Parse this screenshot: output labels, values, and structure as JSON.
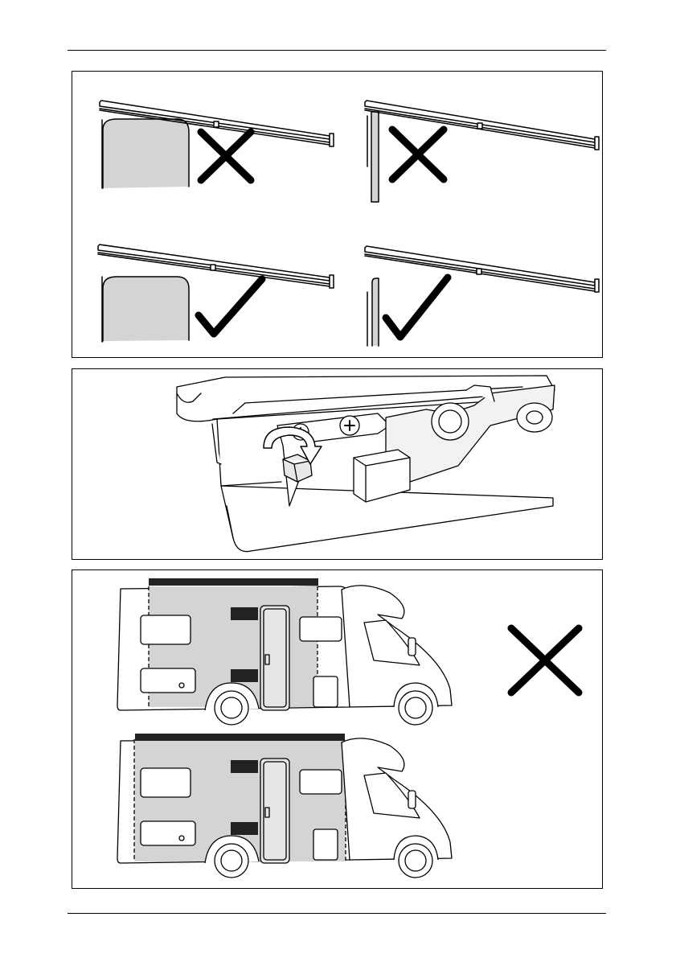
{
  "page": {
    "figures": [
      {
        "id": "awning-mounting-position",
        "cells": [
          {
            "body_type": "window",
            "verdict": "incorrect",
            "mark": "cross-icon"
          },
          {
            "body_type": "wall-edge",
            "verdict": "incorrect",
            "mark": "cross-icon"
          },
          {
            "body_type": "window",
            "verdict": "correct",
            "mark": "check-icon"
          },
          {
            "body_type": "wall-edge",
            "verdict": "correct",
            "mark": "check-icon"
          }
        ]
      },
      {
        "id": "bracket-bolt-tightening",
        "icons": [
          "rotation-arrow-icon",
          "hex-bolt-icon",
          "phillips-screw-icon"
        ]
      },
      {
        "id": "awning-length-vs-vehicle",
        "rows": [
          {
            "vehicle": "motorhome",
            "awning_span": "partial",
            "verdict": "incorrect",
            "mark": "cross-icon"
          },
          {
            "vehicle": "motorhome",
            "awning_span": "full-body",
            "verdict": "unmarked"
          }
        ]
      }
    ],
    "colors": {
      "line": "#000000",
      "fill_grey": "#d4d4d4",
      "vent_dark": "#222222"
    }
  }
}
